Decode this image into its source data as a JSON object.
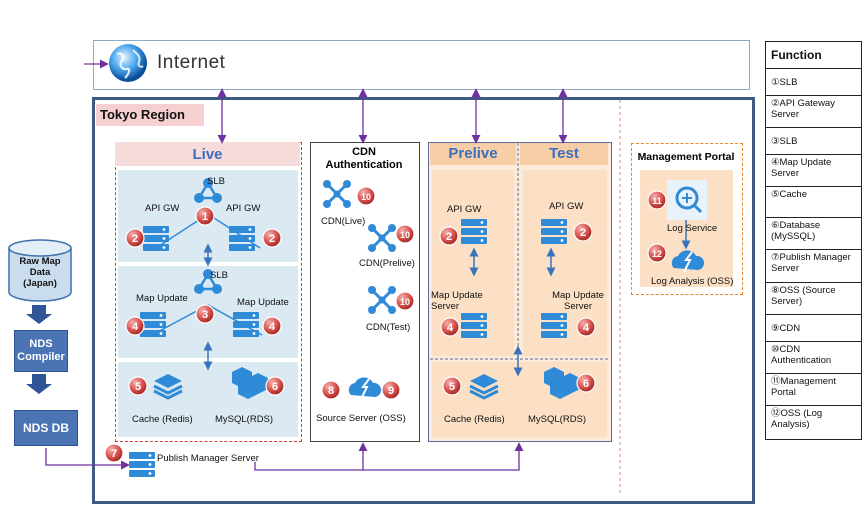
{
  "left_pipeline": {
    "raw_map": "Raw Map\nData\n(Japan)",
    "compiler": "NDS\nCompiler",
    "db": "NDS DB"
  },
  "internet": {
    "label": "Internet"
  },
  "region": {
    "title": "Tokyo Region"
  },
  "live": {
    "title": "Live",
    "slb1": "SLB",
    "api_gw_left": "API GW",
    "api_gw_right": "API GW",
    "slb2": "SLB",
    "map_update_left": "Map Update",
    "map_update_right": "Map Update",
    "cache": "Cache (Redis)",
    "mysql": "MySQL(RDS)"
  },
  "cdn": {
    "title": "CDN\nAuthentication",
    "live": "CDN(Live)",
    "prelive": "CDN(Prelive)",
    "test": "CDN(Test)",
    "source": "Source Server (OSS)"
  },
  "prelive": {
    "title": "Prelive",
    "api_gw": "API GW",
    "map_update": "Map Update\nServer"
  },
  "test": {
    "title": "Test",
    "api_gw": "API GW",
    "map_update": "Map Update\nServer"
  },
  "shared": {
    "cache": "Cache (Redis)",
    "mysql": "MySQL(RDS)"
  },
  "publish": {
    "label": "Publish Manager Server"
  },
  "management": {
    "title": "Management Portal",
    "log_service": "Log Service",
    "log_analysis": "Log Analysis (OSS)"
  },
  "badges": {
    "n1": "1",
    "n2": "2",
    "n3": "3",
    "n4": "4",
    "n5": "5",
    "n6": "6",
    "n7": "7",
    "n8": "8",
    "n9": "9",
    "n10": "10",
    "n11": "11",
    "n12": "12"
  },
  "function_table": {
    "header": "Function",
    "rows": [
      "①SLB",
      "②API Gateway Server",
      "③SLB",
      "④Map Update Server",
      "⑤Cache",
      "⑥Database (MySSQL)",
      "⑦Publish Manager Server",
      "⑧OSS (Source Server)",
      "⑨CDN",
      "⑩CDN Authentication",
      "⑪Management Portal",
      "⑫OSS (Log Analysis)"
    ]
  },
  "colors": {
    "badge": "#d9534f",
    "icon_blue": "#2f8ad8",
    "region_border": "#3b5b82",
    "connector": "#7030a0"
  }
}
